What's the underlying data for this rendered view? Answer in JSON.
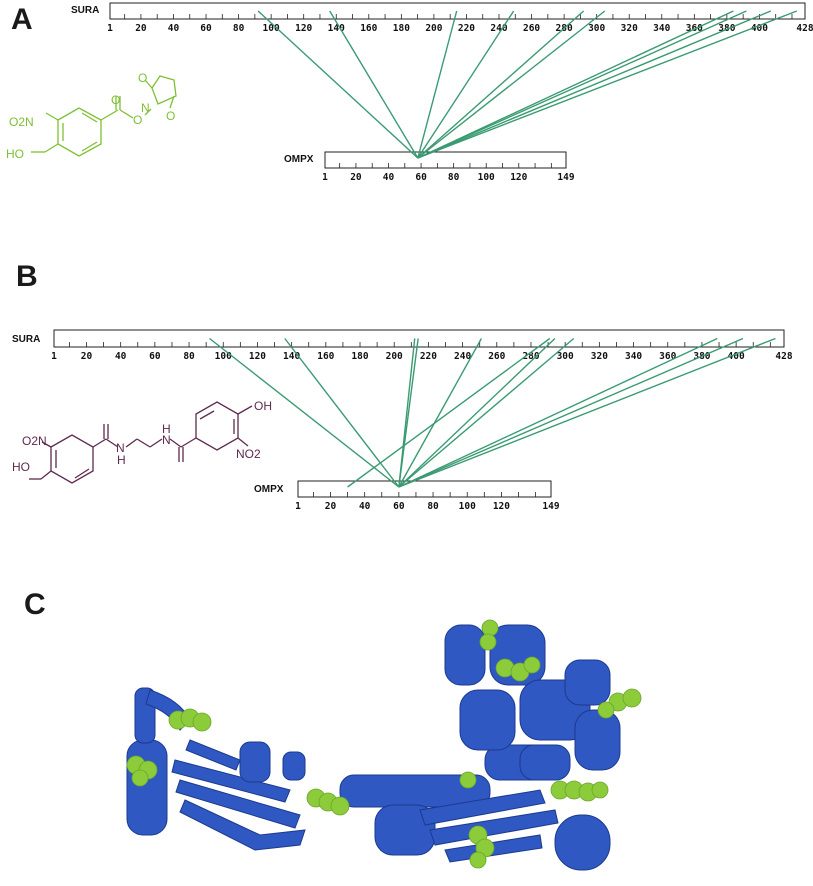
{
  "panels": [
    {
      "letter": "A",
      "proteins": {
        "top": {
          "name": "SURA",
          "length": 428,
          "ticks": [
            "1",
            "20",
            "40",
            "60",
            "80",
            "100",
            "120",
            "140",
            "160",
            "180",
            "200",
            "220",
            "240",
            "260",
            "280",
            "300",
            "320",
            "340",
            "360",
            "380",
            "400",
            "428"
          ]
        },
        "bottom": {
          "name": "OMPX",
          "length": 149,
          "ticks": [
            "1",
            "20",
            "40",
            "60",
            "80",
            "100",
            "120",
            "149"
          ]
        }
      },
      "crosslinks": [
        {
          "sura": 92,
          "ompx": 58
        },
        {
          "sura": 136,
          "ompx": 58
        },
        {
          "sura": 214,
          "ompx": 58
        },
        {
          "sura": 249,
          "ompx": 58
        },
        {
          "sura": 292,
          "ompx": 58
        },
        {
          "sura": 305,
          "ompx": 58
        },
        {
          "sura": 384,
          "ompx": 58
        },
        {
          "sura": 392,
          "ompx": 58
        },
        {
          "sura": 407,
          "ompx": 58
        },
        {
          "sura": 423,
          "ompx": 58
        }
      ],
      "crosslinker": {
        "name_visible": false,
        "color": "#7ec034",
        "atoms": [
          "O2N",
          "HO",
          "O",
          "O",
          "O",
          "O",
          "N"
        ]
      }
    },
    {
      "letter": "B",
      "proteins": {
        "top": {
          "name": "SURA",
          "length": 428,
          "ticks": [
            "1",
            "20",
            "40",
            "60",
            "80",
            "100",
            "120",
            "140",
            "160",
            "180",
            "200",
            "220",
            "240",
            "260",
            "280",
            "300",
            "320",
            "340",
            "360",
            "380",
            "400",
            "428"
          ]
        },
        "bottom": {
          "name": "OMPX",
          "length": 149,
          "ticks": [
            "1",
            "20",
            "40",
            "60",
            "80",
            "100",
            "120",
            "149"
          ]
        }
      },
      "crosslinks": [
        {
          "sura": 92,
          "ompx": 60
        },
        {
          "sura": 136,
          "ompx": 60
        },
        {
          "sura": 212,
          "ompx": 60
        },
        {
          "sura": 214,
          "ompx": 60
        },
        {
          "sura": 251,
          "ompx": 60
        },
        {
          "sura": 291,
          "ompx": 30
        },
        {
          "sura": 294,
          "ompx": 60
        },
        {
          "sura": 305,
          "ompx": 60
        },
        {
          "sura": 389,
          "ompx": 60
        },
        {
          "sura": 404,
          "ompx": 60
        },
        {
          "sura": 423,
          "ompx": 60
        }
      ],
      "crosslinker": {
        "color": "#5e2a4f",
        "atoms": [
          "O2N",
          "HO",
          "N",
          "H",
          "N",
          "H",
          "OH",
          "NO2"
        ]
      }
    },
    {
      "letter": "C",
      "structure": {
        "ribbon_color": "#2f58c2",
        "crosslink_sites_color": "#8ccc3a"
      }
    }
  ],
  "colors": {
    "crosslink_line": "#3a9b72",
    "bar_outline": "#222222"
  }
}
